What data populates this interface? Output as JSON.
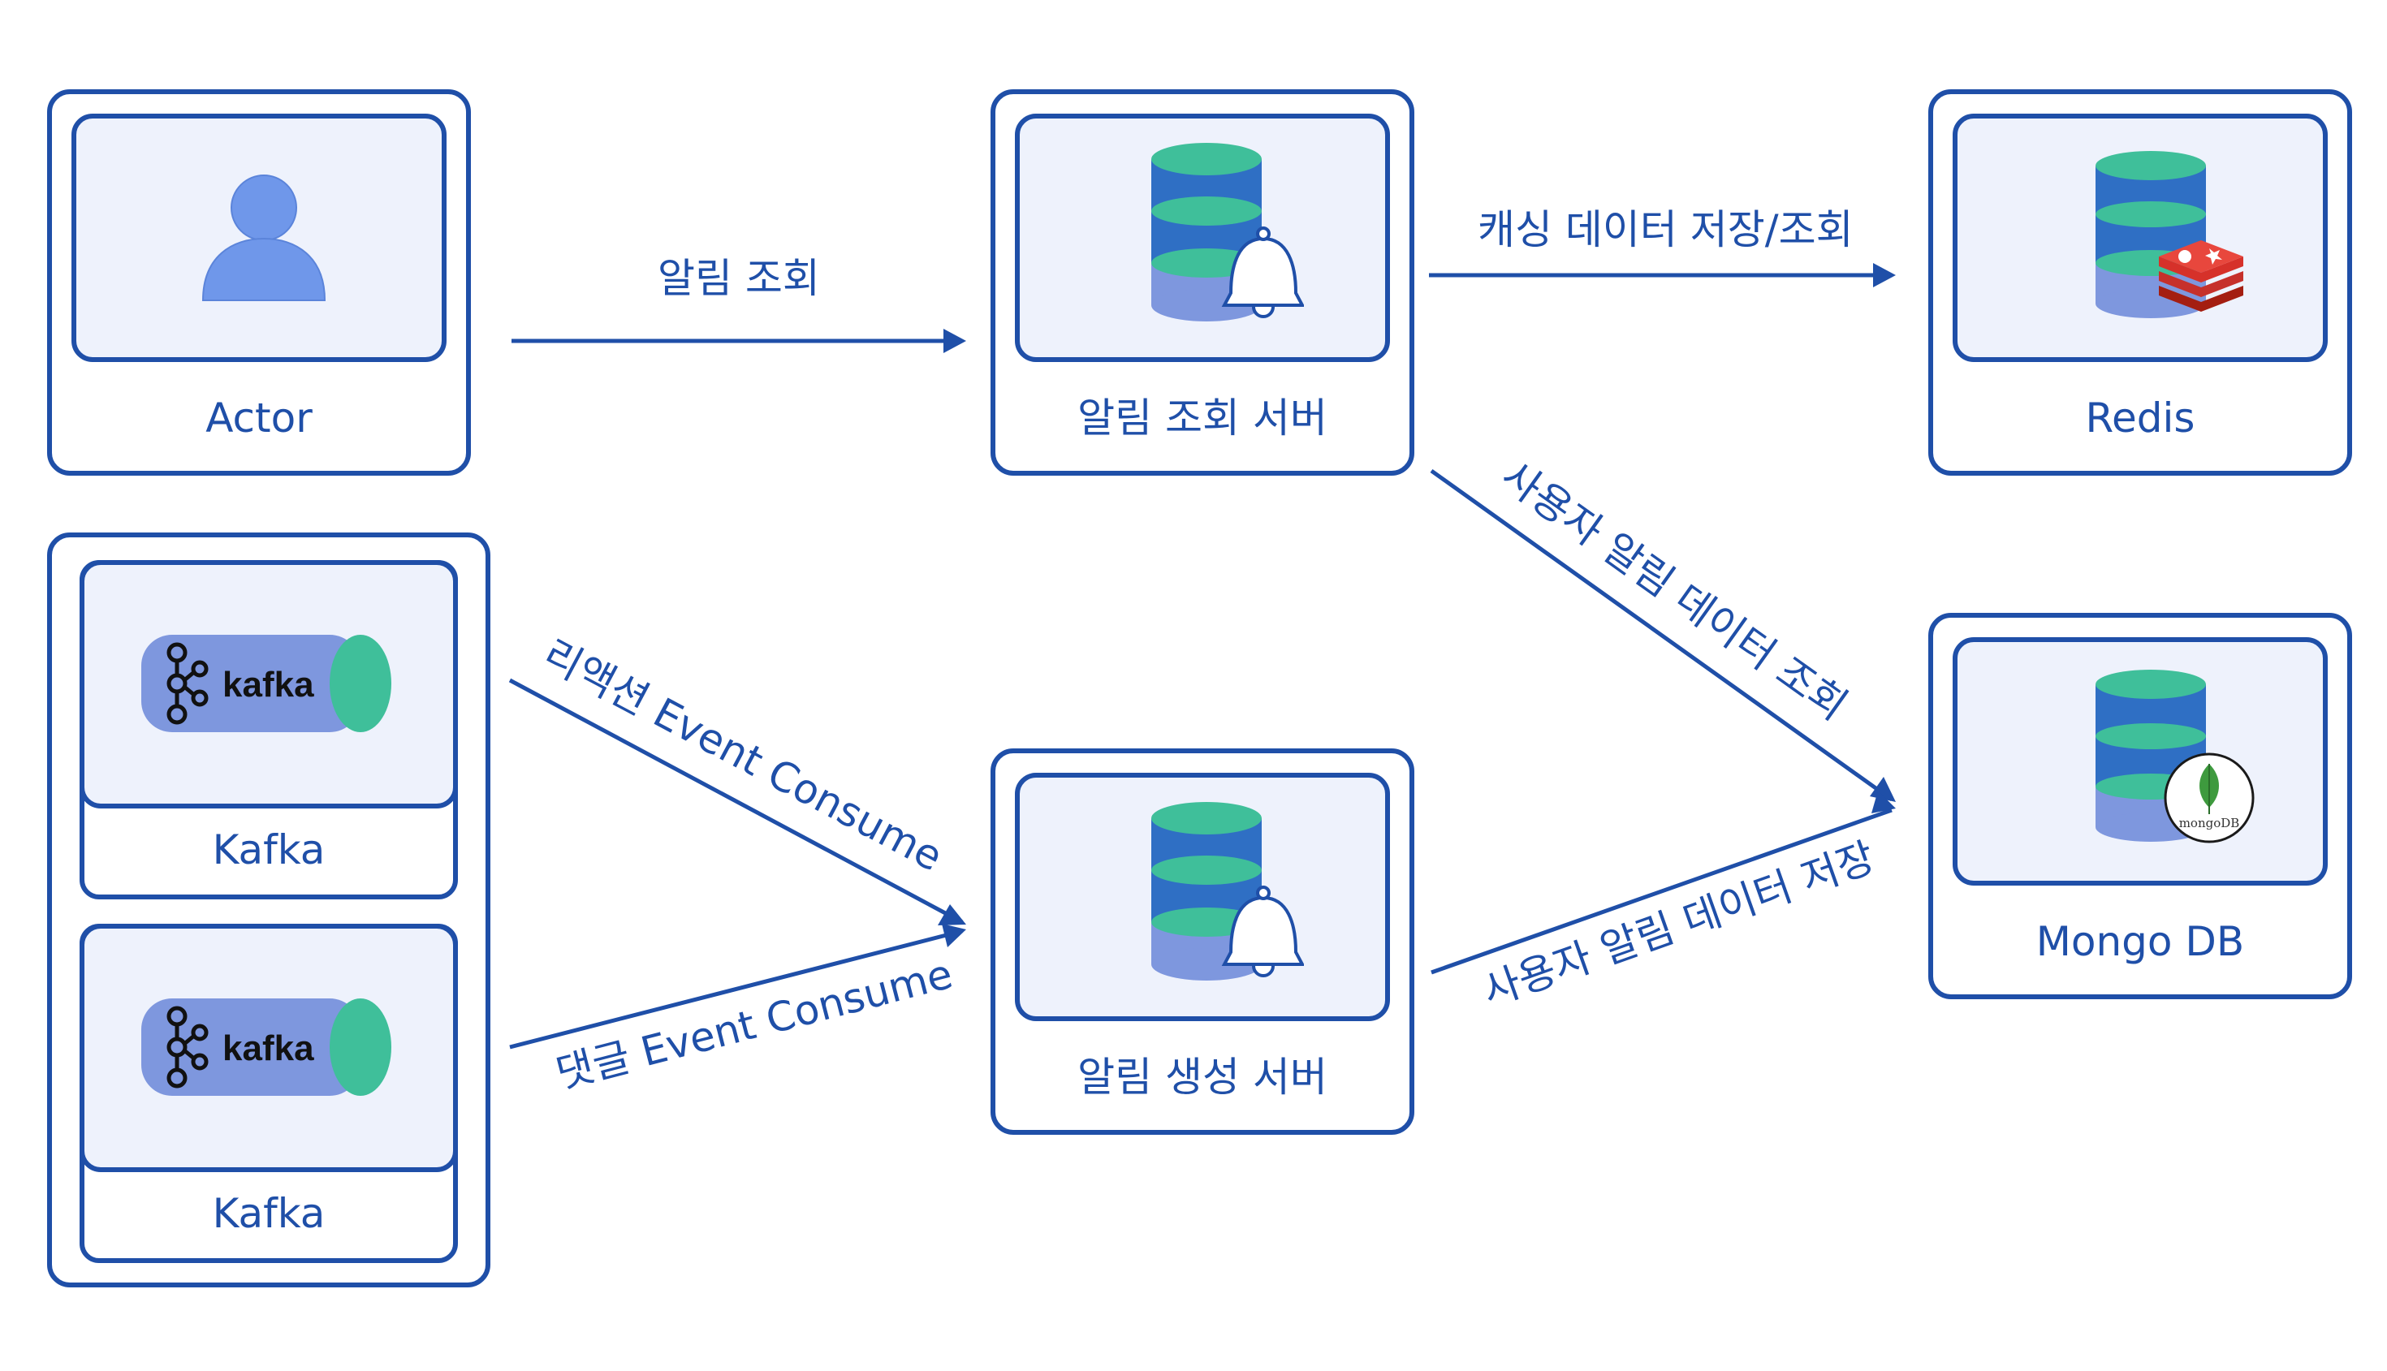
{
  "nodes": {
    "actor": {
      "label": "Actor",
      "icon": "user-icon"
    },
    "lookup_server": {
      "label": "알림 조회 서버",
      "icon": "database-bell-icon"
    },
    "redis": {
      "label": "Redis",
      "icon": "redis-database-icon"
    },
    "create_server": {
      "label": "알림 생성 서버",
      "icon": "database-bell-icon"
    },
    "mongodb": {
      "label": "Mongo DB",
      "icon": "mongodb-database-icon",
      "logo_text": "mongoDB"
    },
    "kafka_group": {
      "items": [
        {
          "label": "Kafka",
          "logo_text": "kafka",
          "icon": "kafka-icon"
        },
        {
          "label": "Kafka",
          "logo_text": "kafka",
          "icon": "kafka-icon"
        }
      ]
    }
  },
  "edges": {
    "actor_to_lookup": "알림 조회",
    "lookup_to_redis": "캐싱 데이터 저장/조회",
    "lookup_to_mongo": "사용자 알림 데이터 조회",
    "kafka1_to_create": "리액션 Event Consume",
    "kafka2_to_create": "댓글 Event Consume",
    "create_to_mongo": "사용자 알림 데이터 저장"
  },
  "colors": {
    "stroke": "#1f4fa8",
    "panel": "#eef2fc",
    "db_top": "#3fbf9a",
    "db_mid": "#2f6fc4",
    "db_bottom": "#7e97de",
    "actor": "#6f97ea",
    "redis": "#d6312a",
    "mongo_leaf": "#3e9a3e"
  }
}
